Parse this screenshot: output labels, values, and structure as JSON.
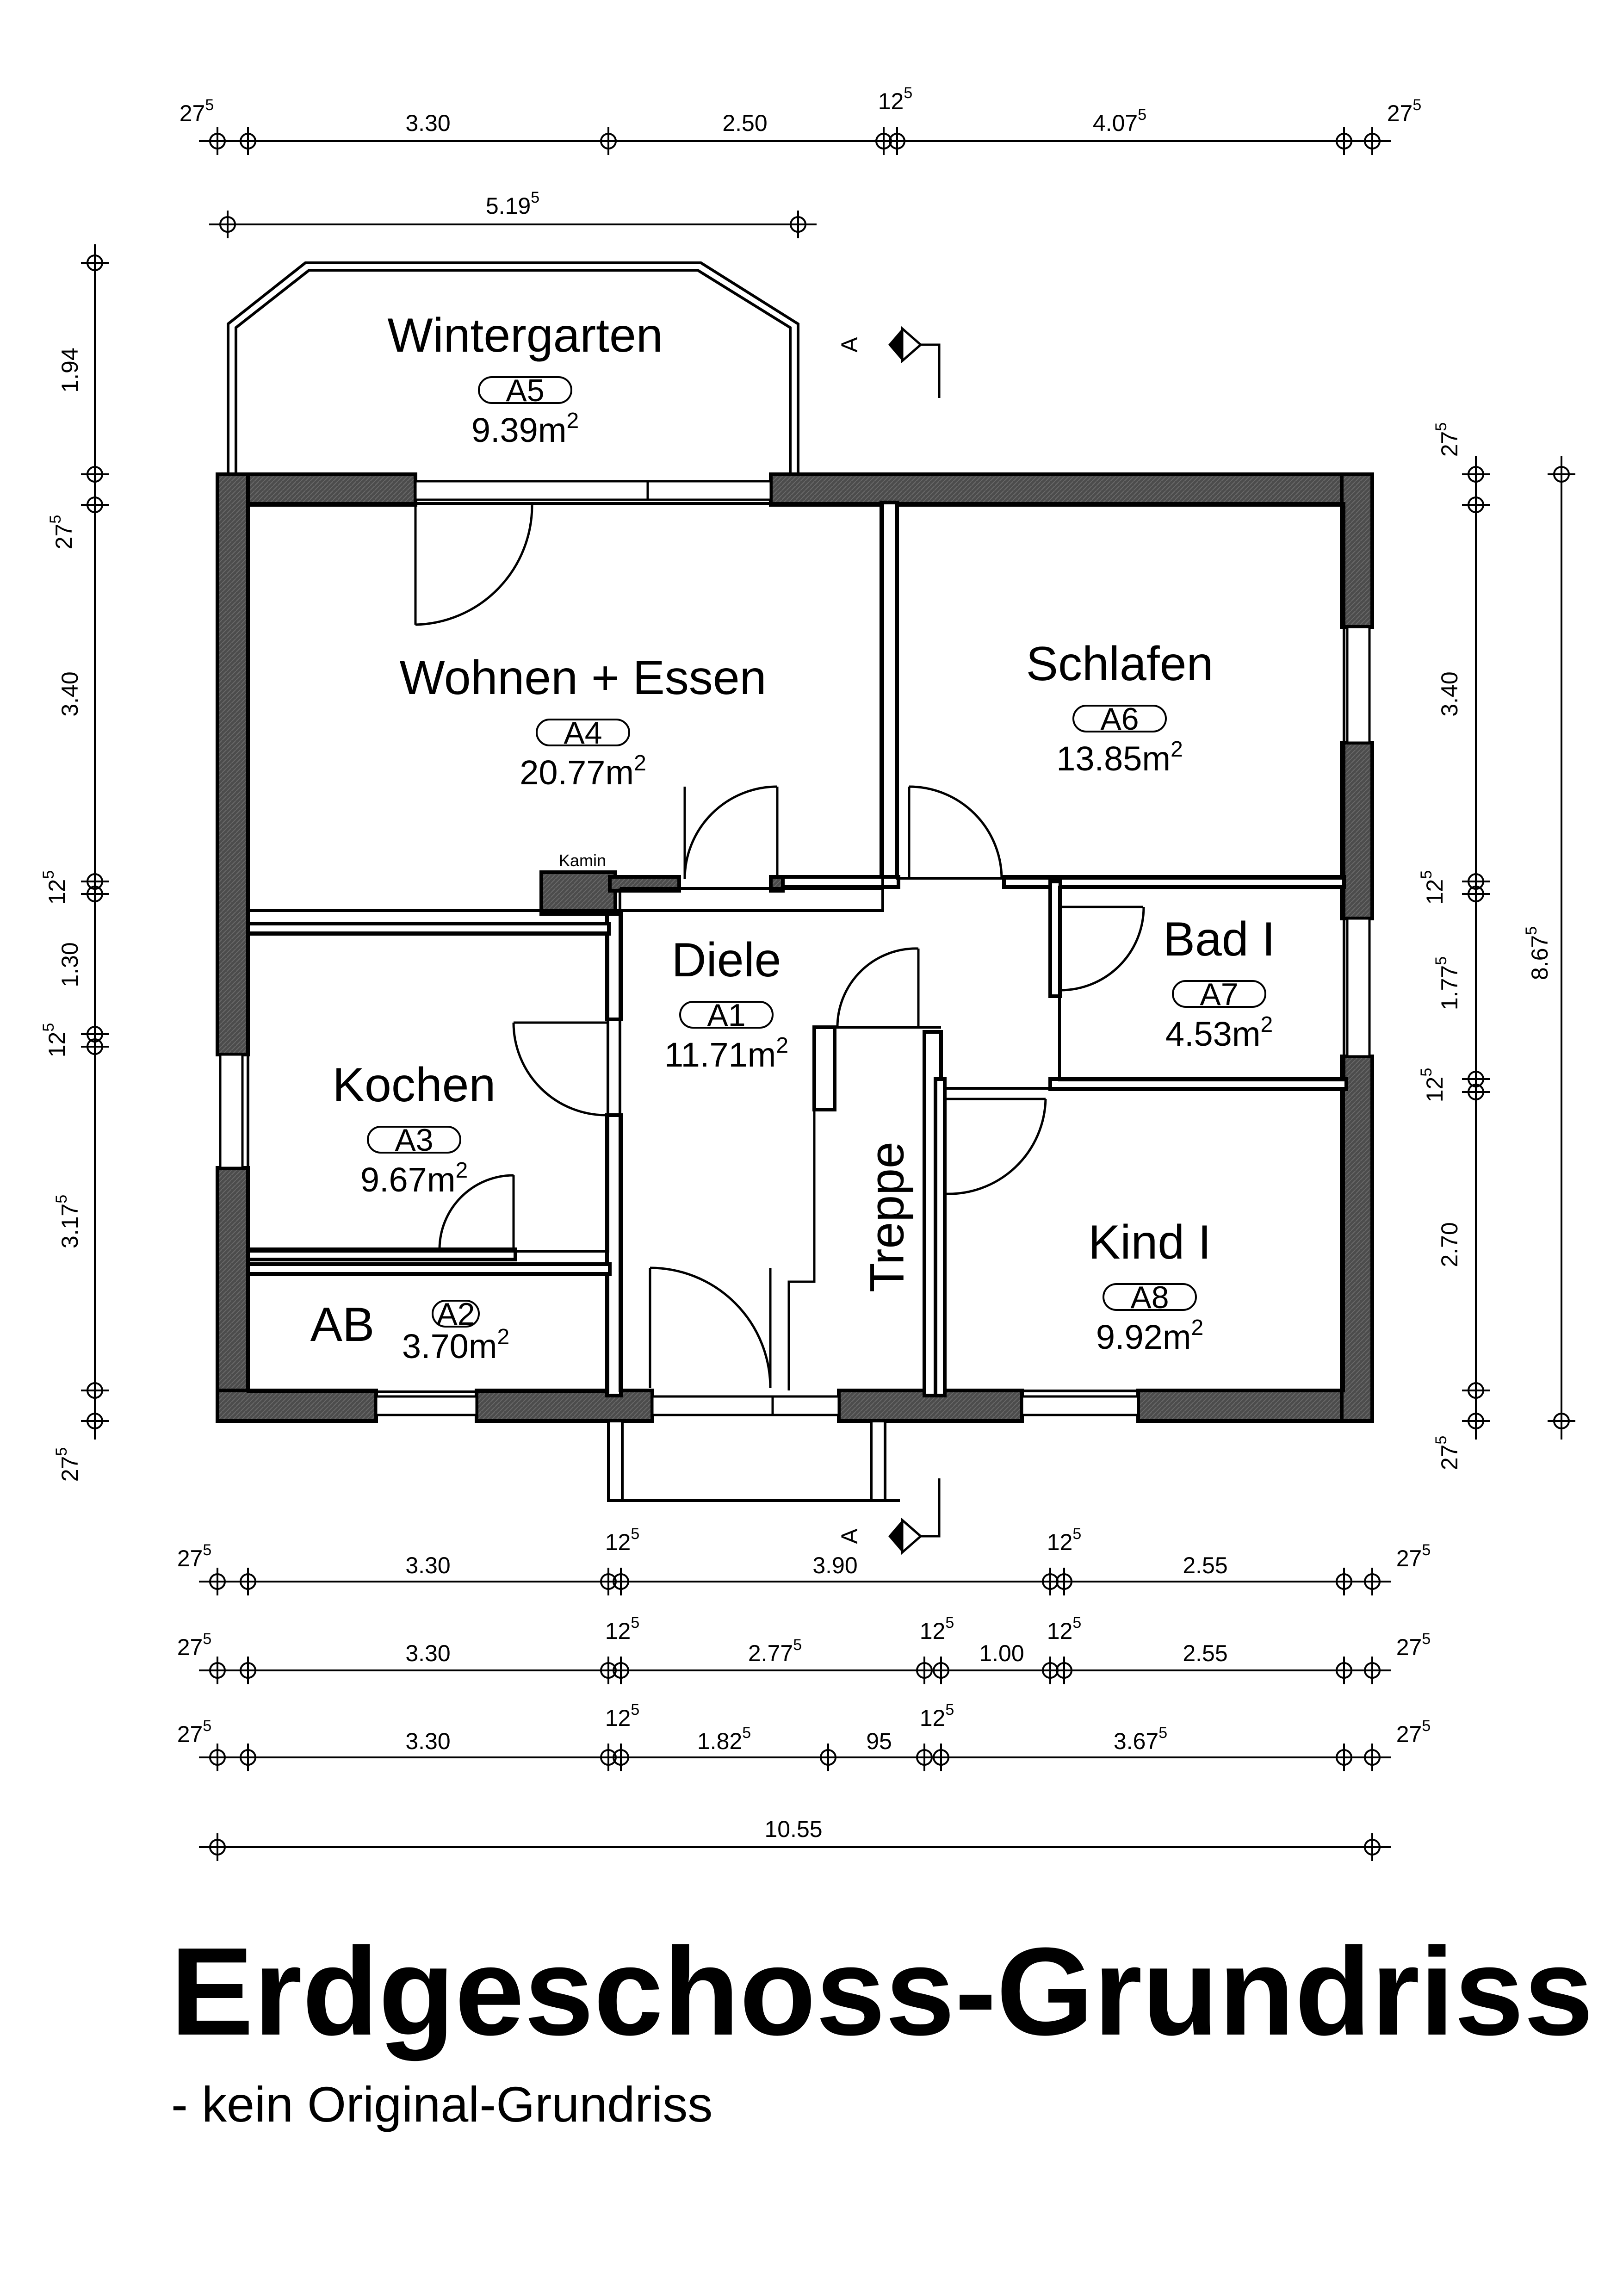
{
  "title": "Erdgeschoss-Grundriss",
  "subtitle": "- kein Original-Grundriss",
  "rooms": [
    {
      "name": "Wintergarten",
      "tag": "A5",
      "area": "9.39",
      "unit": "m",
      "exp": "2"
    },
    {
      "name": "Wohnen + Essen",
      "tag": "A4",
      "area": "20.77",
      "unit": "m",
      "exp": "2"
    },
    {
      "name": "Schlafen",
      "tag": "A6",
      "area": "13.85",
      "unit": "m",
      "exp": "2"
    },
    {
      "name": "Diele",
      "tag": "A1",
      "area": "11.71",
      "unit": "m",
      "exp": "2"
    },
    {
      "name": "Bad I",
      "tag": "A7",
      "area": "4.53",
      "unit": "m",
      "exp": "2"
    },
    {
      "name": "Kochen",
      "tag": "A3",
      "area": "9.67",
      "unit": "m",
      "exp": "2"
    },
    {
      "name": "Kind I",
      "tag": "A8",
      "area": "9.92",
      "unit": "m",
      "exp": "2"
    },
    {
      "name": "AB",
      "tag": "A2",
      "area": "3.70",
      "unit": "m",
      "exp": "2"
    }
  ],
  "labels": {
    "kamin": "Kamin",
    "treppe": "Treppe",
    "section": "A"
  },
  "dimensions": {
    "top_row": [
      [
        "27",
        "5"
      ],
      [
        "3.30",
        ""
      ],
      [
        "2.50",
        ""
      ],
      [
        "12",
        "5"
      ],
      [
        "4.07",
        "5"
      ],
      [
        "27",
        "5"
      ]
    ],
    "wintergarten_width": [
      "5.19",
      "5"
    ],
    "left_column": [
      [
        "1.94",
        ""
      ],
      [
        "27",
        "5"
      ],
      [
        "3.40",
        ""
      ],
      [
        "12",
        "5"
      ],
      [
        "1.30",
        ""
      ],
      [
        "12",
        "5"
      ],
      [
        "3.17",
        "5"
      ],
      [
        "27",
        "5"
      ]
    ],
    "right_column": [
      [
        "27",
        "5"
      ],
      [
        "3.40",
        ""
      ],
      [
        "12",
        "5"
      ],
      [
        "1.77",
        "5"
      ],
      [
        "12",
        "5"
      ],
      [
        "2.70",
        ""
      ],
      [
        "27",
        "5"
      ]
    ],
    "right_total": [
      "8.67",
      "5"
    ],
    "bottom_row_1": [
      [
        "27",
        "5"
      ],
      [
        "3.30",
        ""
      ],
      [
        "12",
        "5"
      ],
      [
        "3.90",
        ""
      ],
      [
        "12",
        "5"
      ],
      [
        "2.55",
        ""
      ],
      [
        "27",
        "5"
      ]
    ],
    "bottom_row_2": [
      [
        "27",
        "5"
      ],
      [
        "3.30",
        ""
      ],
      [
        "12",
        "5"
      ],
      [
        "2.77",
        "5"
      ],
      [
        "12",
        "5"
      ],
      [
        "1.00",
        ""
      ],
      [
        "12",
        "5"
      ],
      [
        "2.55",
        ""
      ],
      [
        "27",
        "5"
      ]
    ],
    "bottom_row_3": [
      [
        "27",
        "5"
      ],
      [
        "3.30",
        ""
      ],
      [
        "12",
        "5"
      ],
      [
        "1.82",
        "5"
      ],
      [
        "95",
        ""
      ],
      [
        "12",
        "5"
      ],
      [
        "3.67",
        "5"
      ],
      [
        "27",
        "5"
      ]
    ],
    "total_width": [
      "10.55",
      ""
    ]
  }
}
